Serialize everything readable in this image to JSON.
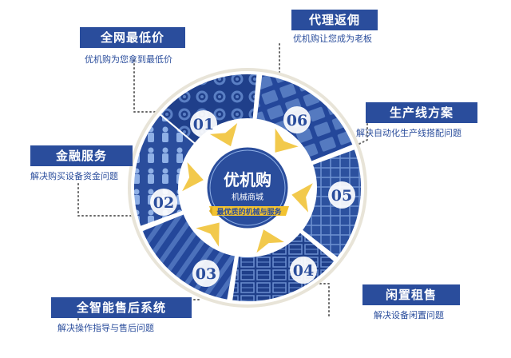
{
  "center": {
    "title": "优机购",
    "subtitle": "机械商城",
    "banner": "最优质的机械与服务"
  },
  "segments": [
    {
      "num": "01",
      "title": "全网最低价",
      "desc": "优机购为您拿到最低价"
    },
    {
      "num": "02",
      "title": "金融服务",
      "desc": "解决购买设备资金问题"
    },
    {
      "num": "03",
      "title": "全智能售后系统",
      "desc": "解决操作指导与售后问题"
    },
    {
      "num": "04",
      "title": "闲置租售",
      "desc": "解决设备闲置问题"
    },
    {
      "num": "05",
      "title": "生产线方案",
      "desc": "解决自动化生产线搭配问题"
    },
    {
      "num": "06",
      "title": "代理返佣",
      "desc": "优机购让您成为老板"
    }
  ],
  "colors": {
    "primary": "#2a4d9c",
    "segment_dark": "#1f3f8a",
    "segment_light": "#4a6fb8",
    "ring_border": "#e8e4d8",
    "arrow": "#f2c94c",
    "banner": "#f2c230"
  }
}
